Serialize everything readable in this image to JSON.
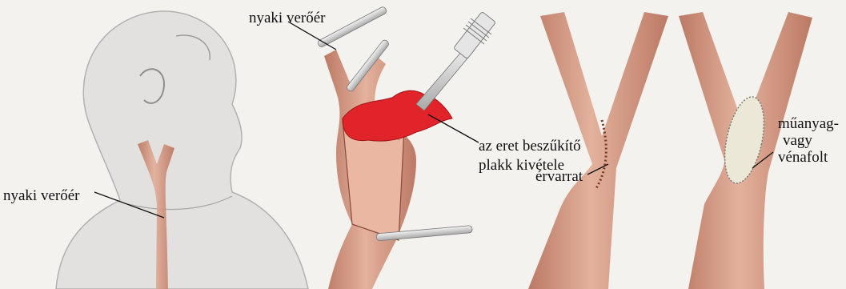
{
  "panels": {
    "neck": {
      "label": "nyaki verőér"
    },
    "surgery": {
      "artery_label": "nyaki verőér",
      "plaque_label_line1": "az eret beszűkítő",
      "plaque_label_line2": "plakk kivétele"
    },
    "closure": {
      "suture_label": "érvarrat",
      "patch_label_line1": "műanyag-",
      "patch_label_line2": "vagy",
      "patch_label_line3": "vénafolt"
    }
  },
  "colors": {
    "background": "#f4f2ef",
    "artery": "#d9a08a",
    "artery_dark": "#b9735d",
    "plaque": "#e0242a",
    "patch": "#ece8d8",
    "sketch": "#9c9c9c",
    "instrument": "#c9c9c9"
  }
}
